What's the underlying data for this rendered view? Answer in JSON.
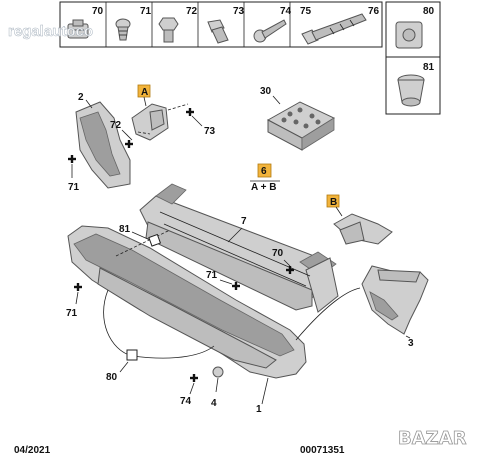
{
  "watermarks": {
    "top_left": "regalautoco",
    "bottom_right": "BAZAR"
  },
  "fastener_tiles": [
    {
      "label": "70"
    },
    {
      "label": "71"
    },
    {
      "label": "72"
    },
    {
      "label": "73"
    },
    {
      "label": "74"
    },
    {
      "label": "75"
    },
    {
      "label": "76"
    }
  ],
  "side_tiles": [
    {
      "label": "80"
    },
    {
      "label": "81"
    }
  ],
  "kit": {
    "label": "30"
  },
  "variant": {
    "tag": "6",
    "text": "A + B"
  },
  "tags": {
    "a": "A",
    "b": "B"
  },
  "callouts": {
    "c1": "1",
    "c2": "2",
    "c3": "3",
    "c4": "4",
    "c7": "7",
    "c70": "70",
    "c71a": "71",
    "c71b": "71",
    "c71c": "71",
    "c72": "72",
    "c73": "73",
    "c74": "74",
    "c80": "80",
    "c81": "81"
  },
  "footer": {
    "date": "04/2021",
    "ref": "00071351"
  }
}
